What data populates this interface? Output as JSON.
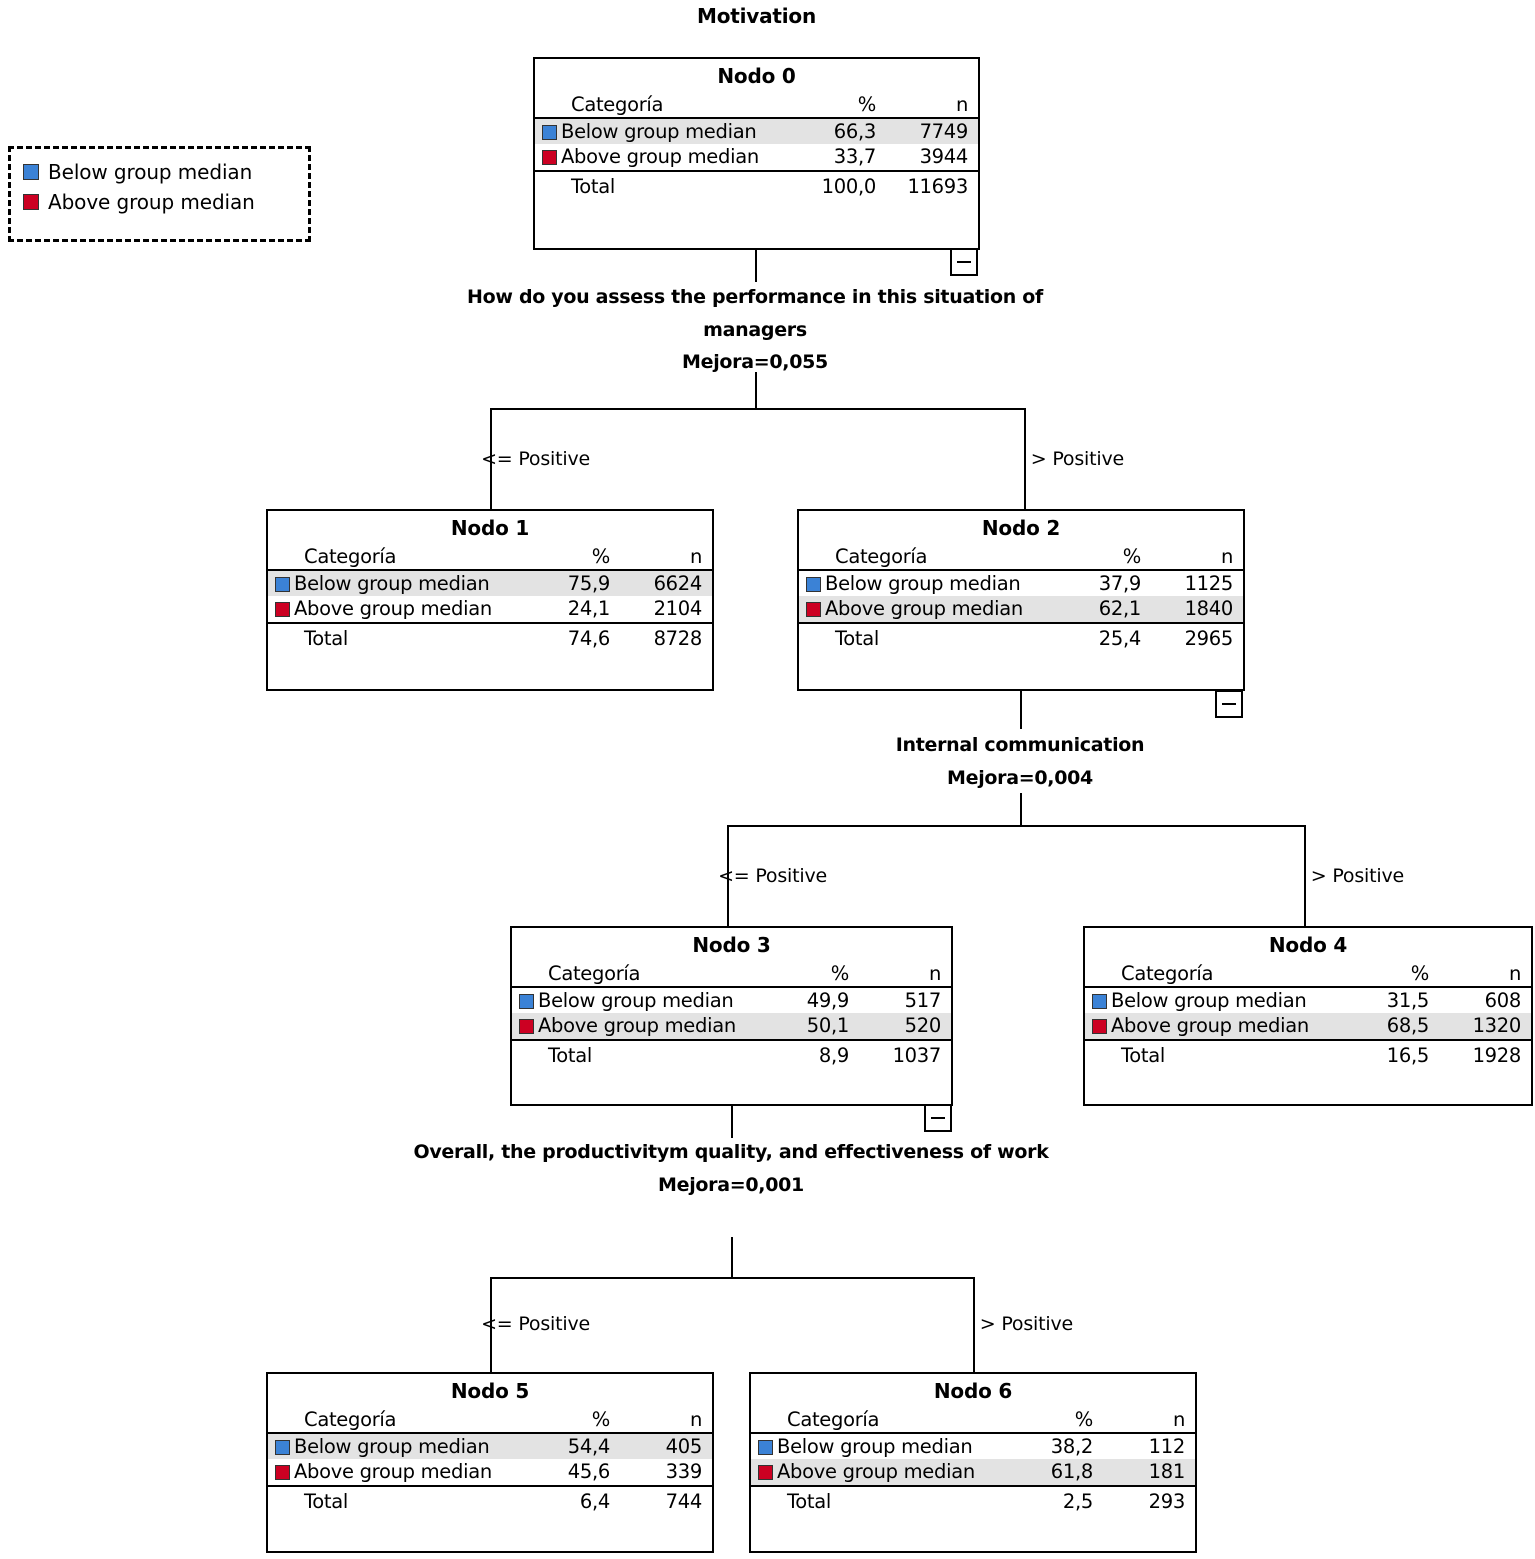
{
  "title": "Motivation",
  "colors": {
    "below": "#3b82d6",
    "above": "#cc0022",
    "highlight": "#e3e3e3",
    "line": "#000000"
  },
  "legend": {
    "items": [
      {
        "label": "Below group median",
        "color": "#3b82d6"
      },
      {
        "label": "Above group median",
        "color": "#cc0022"
      }
    ]
  },
  "table_headers": {
    "category": "Categoría",
    "percent": "%",
    "n": "n",
    "total": "Total"
  },
  "branch_labels": {
    "left": "<= Positive",
    "right": "> Positive"
  },
  "splits": [
    {
      "id": "split-0",
      "variable": "How do you assess the performance in this situation of managers",
      "improvement": "Mejora=0,055"
    },
    {
      "id": "split-2",
      "variable": "Internal communication",
      "improvement": "Mejora=0,004"
    },
    {
      "id": "split-3",
      "variable": "Overall, the productivitym quality, and effectiveness of work",
      "improvement": "Mejora=0,001"
    }
  ],
  "nodes": {
    "node0": {
      "title": "Nodo 0",
      "rows": [
        {
          "label": "Below group median",
          "pct": "66,3",
          "n": "7749",
          "color": "#3b82d6",
          "highlight": true
        },
        {
          "label": "Above group median",
          "pct": "33,7",
          "n": "3944",
          "color": "#cc0022",
          "highlight": false
        }
      ],
      "total": {
        "label": "Total",
        "pct": "100,0",
        "n": "11693"
      }
    },
    "node1": {
      "title": "Nodo 1",
      "rows": [
        {
          "label": "Below group median",
          "pct": "75,9",
          "n": "6624",
          "color": "#3b82d6",
          "highlight": true
        },
        {
          "label": "Above group median",
          "pct": "24,1",
          "n": "2104",
          "color": "#cc0022",
          "highlight": false
        }
      ],
      "total": {
        "label": "Total",
        "pct": "74,6",
        "n": "8728"
      }
    },
    "node2": {
      "title": "Nodo 2",
      "rows": [
        {
          "label": "Below group median",
          "pct": "37,9",
          "n": "1125",
          "color": "#3b82d6",
          "highlight": false
        },
        {
          "label": "Above group median",
          "pct": "62,1",
          "n": "1840",
          "color": "#cc0022",
          "highlight": true
        }
      ],
      "total": {
        "label": "Total",
        "pct": "25,4",
        "n": "2965"
      }
    },
    "node3": {
      "title": "Nodo 3",
      "rows": [
        {
          "label": "Below group median",
          "pct": "49,9",
          "n": "517",
          "color": "#3b82d6",
          "highlight": false
        },
        {
          "label": "Above group median",
          "pct": "50,1",
          "n": "520",
          "color": "#cc0022",
          "highlight": true
        }
      ],
      "total": {
        "label": "Total",
        "pct": "8,9",
        "n": "1037"
      }
    },
    "node4": {
      "title": "Nodo 4",
      "rows": [
        {
          "label": "Below group median",
          "pct": "31,5",
          "n": "608",
          "color": "#3b82d6",
          "highlight": false
        },
        {
          "label": "Above group median",
          "pct": "68,5",
          "n": "1320",
          "color": "#cc0022",
          "highlight": true
        }
      ],
      "total": {
        "label": "Total",
        "pct": "16,5",
        "n": "1928"
      }
    },
    "node5": {
      "title": "Nodo 5",
      "rows": [
        {
          "label": "Below group median",
          "pct": "54,4",
          "n": "405",
          "color": "#3b82d6",
          "highlight": true
        },
        {
          "label": "Above group median",
          "pct": "45,6",
          "n": "339",
          "color": "#cc0022",
          "highlight": false
        }
      ],
      "total": {
        "label": "Total",
        "pct": "6,4",
        "n": "744"
      }
    },
    "node6": {
      "title": "Nodo 6",
      "rows": [
        {
          "label": "Below group median",
          "pct": "38,2",
          "n": "112",
          "color": "#3b82d6",
          "highlight": false
        },
        {
          "label": "Above group median",
          "pct": "61,8",
          "n": "181",
          "color": "#cc0022",
          "highlight": true
        }
      ],
      "total": {
        "label": "Total",
        "pct": "2,5",
        "n": "293"
      }
    }
  },
  "chart_data": {
    "type": "tree",
    "title": "Motivation",
    "target_classes": [
      "Below group median",
      "Above group median"
    ],
    "total_n": 11693,
    "nodes": [
      {
        "id": 0,
        "label": "Nodo 0",
        "parent": null,
        "branch": null,
        "below_pct": 66.3,
        "below_n": 7749,
        "above_pct": 33.7,
        "above_n": 3944,
        "total_pct": 100.0,
        "total_n": 11693,
        "predicted": "Below group median"
      },
      {
        "id": 1,
        "label": "Nodo 1",
        "parent": 0,
        "branch": "<= Positive",
        "below_pct": 75.9,
        "below_n": 6624,
        "above_pct": 24.1,
        "above_n": 2104,
        "total_pct": 74.6,
        "total_n": 8728,
        "predicted": "Below group median"
      },
      {
        "id": 2,
        "label": "Nodo 2",
        "parent": 0,
        "branch": "> Positive",
        "below_pct": 37.9,
        "below_n": 1125,
        "above_pct": 62.1,
        "above_n": 1840,
        "total_pct": 25.4,
        "total_n": 2965,
        "predicted": "Above group median"
      },
      {
        "id": 3,
        "label": "Nodo 3",
        "parent": 2,
        "branch": "<= Positive",
        "below_pct": 49.9,
        "below_n": 517,
        "above_pct": 50.1,
        "above_n": 520,
        "total_pct": 8.9,
        "total_n": 1037,
        "predicted": "Above group median"
      },
      {
        "id": 4,
        "label": "Nodo 4",
        "parent": 2,
        "branch": "> Positive",
        "below_pct": 31.5,
        "below_n": 608,
        "above_pct": 68.5,
        "above_n": 1320,
        "total_pct": 16.5,
        "total_n": 1928,
        "predicted": "Above group median"
      },
      {
        "id": 5,
        "label": "Nodo 5",
        "parent": 3,
        "branch": "<= Positive",
        "below_pct": 54.4,
        "below_n": 405,
        "above_pct": 45.6,
        "above_n": 339,
        "total_pct": 6.4,
        "total_n": 744,
        "predicted": "Below group median"
      },
      {
        "id": 6,
        "label": "Nodo 6",
        "parent": 3,
        "branch": "> Positive",
        "below_pct": 38.2,
        "below_n": 112,
        "above_pct": 61.8,
        "above_n": 181,
        "total_pct": 2.5,
        "total_n": 293,
        "predicted": "Above group median"
      }
    ],
    "splits": [
      {
        "parent": 0,
        "variable": "How do you assess the performance in this situation of managers",
        "improvement": 0.055
      },
      {
        "parent": 2,
        "variable": "Internal communication",
        "improvement": 0.004
      },
      {
        "parent": 3,
        "variable": "Overall, the productivitym quality, and effectiveness of work",
        "improvement": 0.001
      }
    ]
  }
}
